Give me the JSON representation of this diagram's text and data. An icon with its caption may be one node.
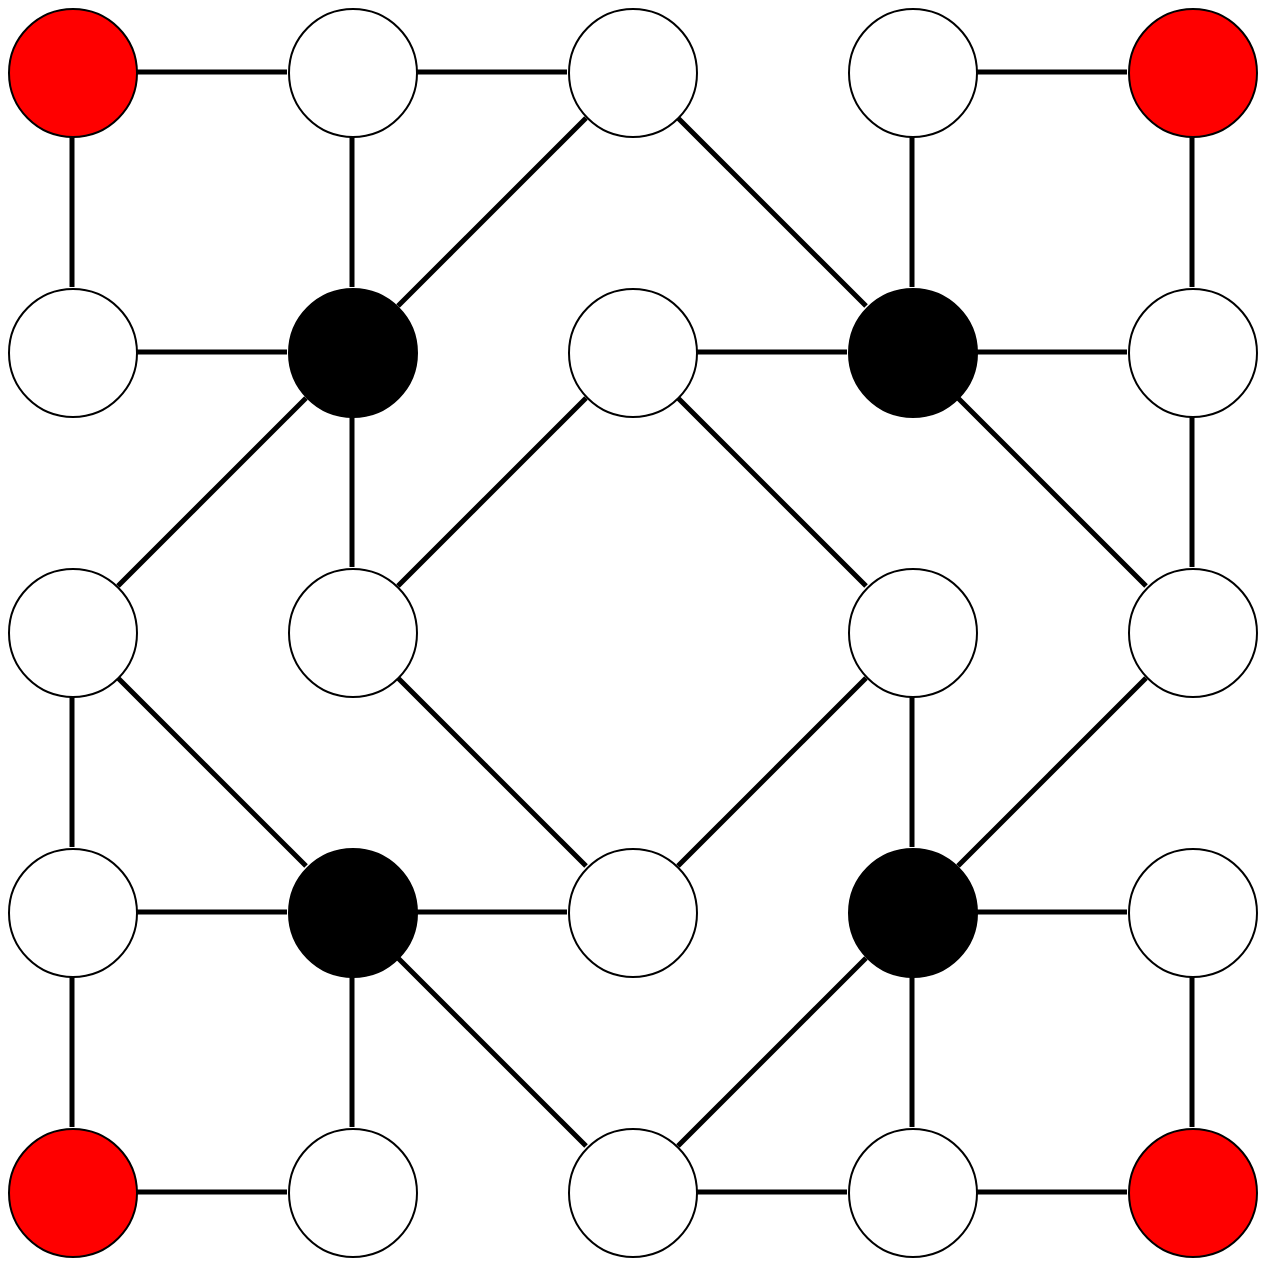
{
  "diagram": {
    "nodes": [
      {
        "text": [],
        "shape": "circle"
      },
      {
        "text": [],
        "shape": "circle"
      },
      {
        "text": [],
        "shape": "circle"
      },
      {
        "text": [],
        "shape": "circle"
      },
      {
        "text": [],
        "shape": "circle"
      },
      {
        "text": [],
        "shape": "circle"
      },
      {
        "text": [],
        "shape": "circle"
      },
      {
        "text": [],
        "shape": "circle"
      },
      {
        "text": [],
        "shape": "circle"
      },
      {
        "text": [],
        "shape": "circle"
      },
      {
        "text": [],
        "shape": "circle"
      },
      {
        "text": [],
        "shape": "circle"
      },
      {
        "text": [],
        "shape": "circle"
      },
      {
        "text": [],
        "shape": "circle"
      },
      {
        "text": [],
        "shape": "circle"
      },
      {
        "text": [],
        "shape": "circle"
      },
      {
        "text": [],
        "shape": "circle"
      },
      {
        "text": [],
        "shape": "circle"
      },
      {
        "text": [],
        "shape": "circle"
      },
      {
        "text": [],
        "shape": "circle"
      },
      {
        "text": [],
        "shape": "circle"
      },
      {
        "text": [],
        "shape": "circle"
      },
      {
        "text": [],
        "shape": "circle"
      },
      {
        "text": [],
        "shape": "circle"
      }
    ],
    "edges": [
      {
        "from": 0,
        "to": 1,
        "arrow": "none"
      },
      {
        "from": 1,
        "to": 2,
        "arrow": "none"
      },
      {
        "from": 3,
        "to": 4,
        "arrow": "none"
      },
      {
        "from": 0,
        "to": 5,
        "arrow": "none"
      },
      {
        "from": 1,
        "to": 6,
        "arrow": "none"
      },
      {
        "from": 2,
        "to": 6,
        "arrow": "none"
      },
      {
        "from": 2,
        "to": 8,
        "arrow": "none"
      },
      {
        "from": 3,
        "to": 8,
        "arrow": "none"
      },
      {
        "from": 4,
        "to": 9,
        "arrow": "none"
      },
      {
        "from": 5,
        "to": 6,
        "arrow": "none"
      },
      {
        "from": 7,
        "to": 8,
        "arrow": "none"
      },
      {
        "from": 8,
        "to": 9,
        "arrow": "none"
      },
      {
        "from": 6,
        "to": 10,
        "arrow": "none"
      },
      {
        "from": 6,
        "to": 11,
        "arrow": "none"
      },
      {
        "from": 7,
        "to": 11,
        "arrow": "none"
      },
      {
        "from": 7,
        "to": 12,
        "arrow": "none"
      },
      {
        "from": 8,
        "to": 13,
        "arrow": "none"
      },
      {
        "from": 9,
        "to": 13,
        "arrow": "none"
      },
      {
        "from": 10,
        "to": 14,
        "arrow": "none"
      },
      {
        "from": 10,
        "to": 15,
        "arrow": "none"
      },
      {
        "from": 11,
        "to": 16,
        "arrow": "none"
      },
      {
        "from": 12,
        "to": 16,
        "arrow": "none"
      },
      {
        "from": 12,
        "to": 17,
        "arrow": "none"
      },
      {
        "from": 13,
        "to": 17,
        "arrow": "none"
      },
      {
        "from": 14,
        "to": 15,
        "arrow": "none"
      },
      {
        "from": 15,
        "to": 16,
        "arrow": "none"
      },
      {
        "from": 17,
        "to": 18,
        "arrow": "none"
      },
      {
        "from": 14,
        "to": 19,
        "arrow": "none"
      },
      {
        "from": 15,
        "to": 20,
        "arrow": "none"
      },
      {
        "from": 15,
        "to": 21,
        "arrow": "none"
      },
      {
        "from": 17,
        "to": 21,
        "arrow": "none"
      },
      {
        "from": 17,
        "to": 22,
        "arrow": "none"
      },
      {
        "from": 18,
        "to": 23,
        "arrow": "none"
      },
      {
        "from": 19,
        "to": 20,
        "arrow": "none"
      },
      {
        "from": 21,
        "to": 22,
        "arrow": "none"
      },
      {
        "from": 22,
        "to": 23,
        "arrow": "none"
      }
    ]
  }
}
